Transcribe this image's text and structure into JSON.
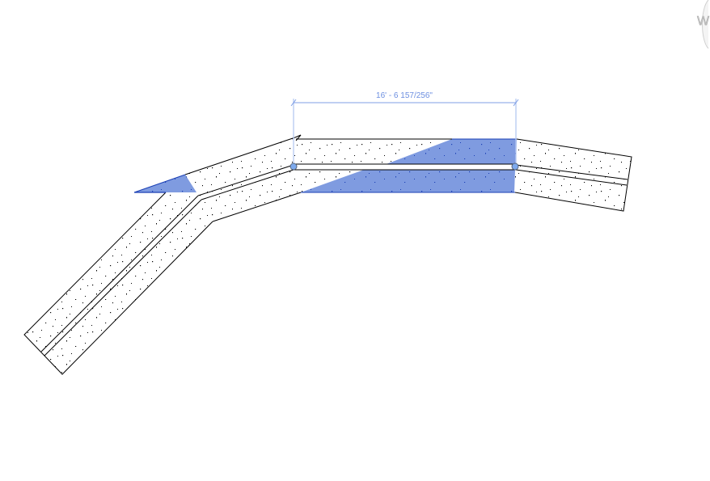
{
  "view": {
    "type": "floor-plan-drawing-area",
    "background": "#ffffff"
  },
  "dimension": {
    "label": "16' - 6 157/256\"",
    "color": "#7f9fe5",
    "text_color": "#6d8fe0"
  },
  "selection": {
    "fill_color": "#7f9be0",
    "edge_color": "#1a3fb5",
    "grip_color": "#7eaaee"
  },
  "wall": {
    "outline_color": "#000000",
    "hatch": "sand-concrete"
  },
  "viewcube": {
    "label": "W"
  }
}
